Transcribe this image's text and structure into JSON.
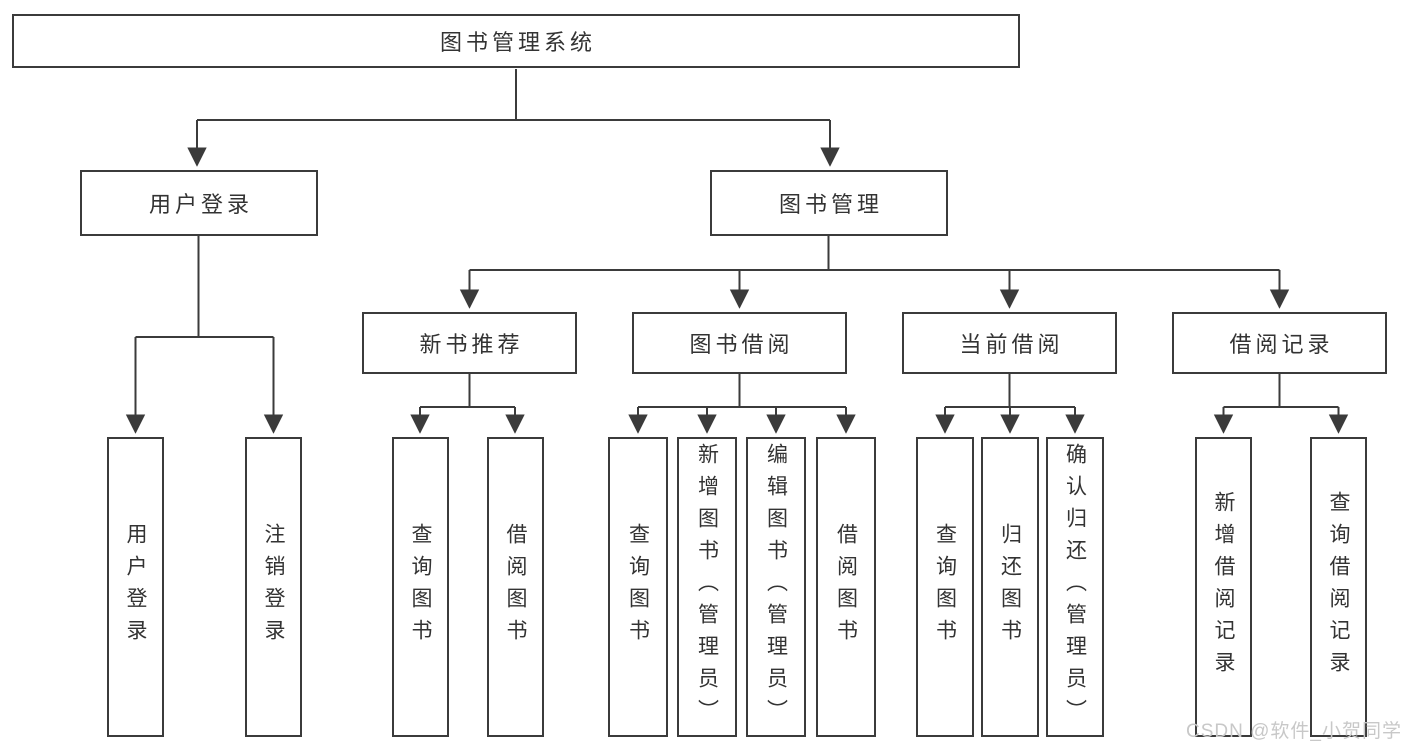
{
  "diagram": {
    "root": {
      "label": "图书管理系统",
      "children": [
        {
          "label": "用户登录",
          "children": [
            {
              "label": "用户登录"
            },
            {
              "label": "注销登录"
            }
          ]
        },
        {
          "label": "图书管理",
          "children": [
            {
              "label": "新书推荐",
              "children": [
                {
                  "label": "查询图书"
                },
                {
                  "label": "借阅图书"
                }
              ]
            },
            {
              "label": "图书借阅",
              "children": [
                {
                  "label": "查询图书"
                },
                {
                  "label": "新增图书（管理员）"
                },
                {
                  "label": "编辑图书（管理员）"
                },
                {
                  "label": "借阅图书"
                }
              ]
            },
            {
              "label": "当前借阅",
              "children": [
                {
                  "label": "查询图书"
                },
                {
                  "label": "归还图书"
                },
                {
                  "label": "确认归还（管理员）"
                }
              ]
            },
            {
              "label": "借阅记录",
              "children": [
                {
                  "label": "新增借阅记录"
                },
                {
                  "label": "查询借阅记录"
                }
              ]
            }
          ]
        }
      ]
    },
    "watermark": "CSDN @软件_小贺同学",
    "colors": {
      "line": "#3b3b3b",
      "text": "#333333",
      "watermark": "#c8c8c8",
      "background": "#ffffff"
    }
  }
}
